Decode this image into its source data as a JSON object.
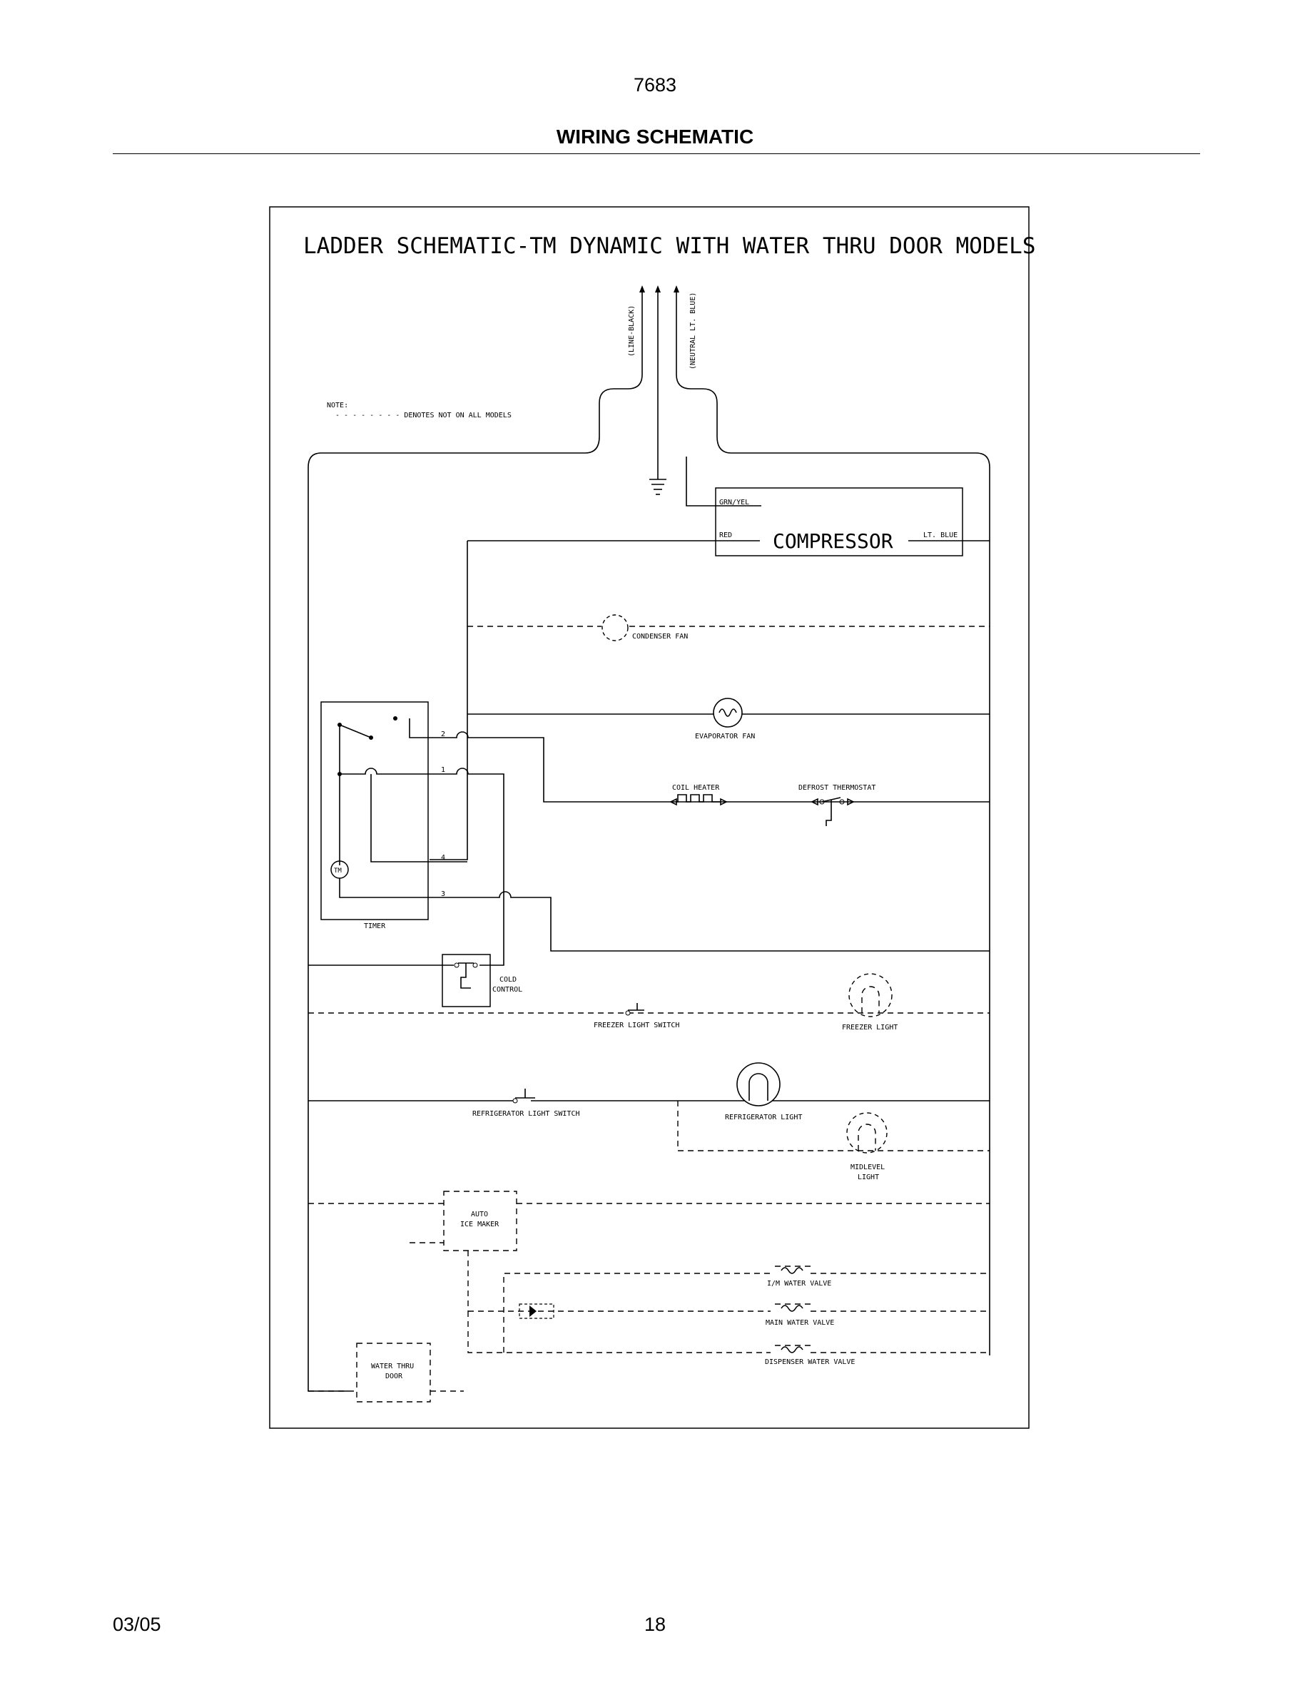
{
  "header": {
    "page_code": "7683",
    "title": "WIRING SCHEMATIC"
  },
  "footer": {
    "date": "03/05",
    "page_number": "18"
  },
  "diagram": {
    "title": "LADDER SCHEMATIC-TM DYNAMIC WITH WATER THRU DOOR MODELS",
    "note_title": "NOTE:",
    "note_text": "- - - - - - - - DENOTES NOT ON ALL MODELS",
    "line_label": "(LINE-BLACK)",
    "neutral_label": "(NEUTRAL LT. BLUE)",
    "compressor": {
      "label": "COMPRESSOR",
      "grn_yel": "GRN/YEL",
      "red": "RED",
      "lt_blue": "LT. BLUE"
    },
    "components": {
      "condenser_fan": "CONDENSER FAN",
      "evaporator_fan": "EVAPORATOR FAN",
      "coil_heater": "COIL HEATER",
      "defrost_thermostat": "DEFROST THERMOSTAT",
      "timer": "TIMER",
      "timer_motor": "TM",
      "cold_control_1": "COLD",
      "cold_control_2": "CONTROL",
      "freezer_light_switch": "FREEZER LIGHT SWITCH",
      "freezer_light": "FREEZER LIGHT",
      "refrigerator_light_switch": "REFRIGERATOR LIGHT SWITCH",
      "refrigerator_light": "REFRIGERATOR LIGHT",
      "midlevel_light_1": "MIDLEVEL",
      "midlevel_light_2": "LIGHT",
      "auto_ice_maker_1": "AUTO",
      "auto_ice_maker_2": "ICE MAKER",
      "im_water_valve": "I/M WATER VALVE",
      "main_water_valve": "MAIN WATER VALVE",
      "dispenser_water_valve": "DISPENSER WATER VALVE",
      "water_thru_door_1": "WATER THRU",
      "water_thru_door_2": "DOOR"
    },
    "timer_terminals": [
      "2",
      "1",
      "4",
      "3"
    ]
  }
}
